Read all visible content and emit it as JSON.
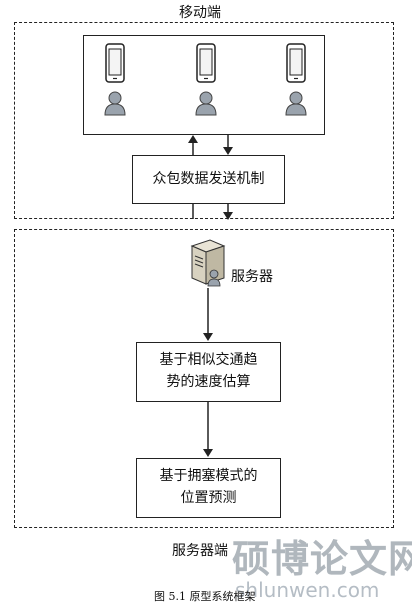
{
  "mobile_section": {
    "title": "移动端",
    "devices": [
      {
        "icon": "smartphone-icon",
        "user_icon": "user-icon"
      },
      {
        "icon": "smartphone-icon",
        "user_icon": "user-icon"
      },
      {
        "icon": "smartphone-icon",
        "user_icon": "user-icon"
      }
    ],
    "crowdsource_box": "众包数据发送机制"
  },
  "server_section": {
    "title": "服务器端",
    "server_label": "服务器",
    "speed_box_lines": [
      "基于相似交通趋",
      "势的速度估算"
    ],
    "location_box_lines": [
      "基于拥塞模式的",
      "位置预测"
    ]
  },
  "caption": "图 5.1  原型系统框架",
  "watermark": {
    "text": "硕博论文网",
    "url": "shlunwen.com"
  }
}
